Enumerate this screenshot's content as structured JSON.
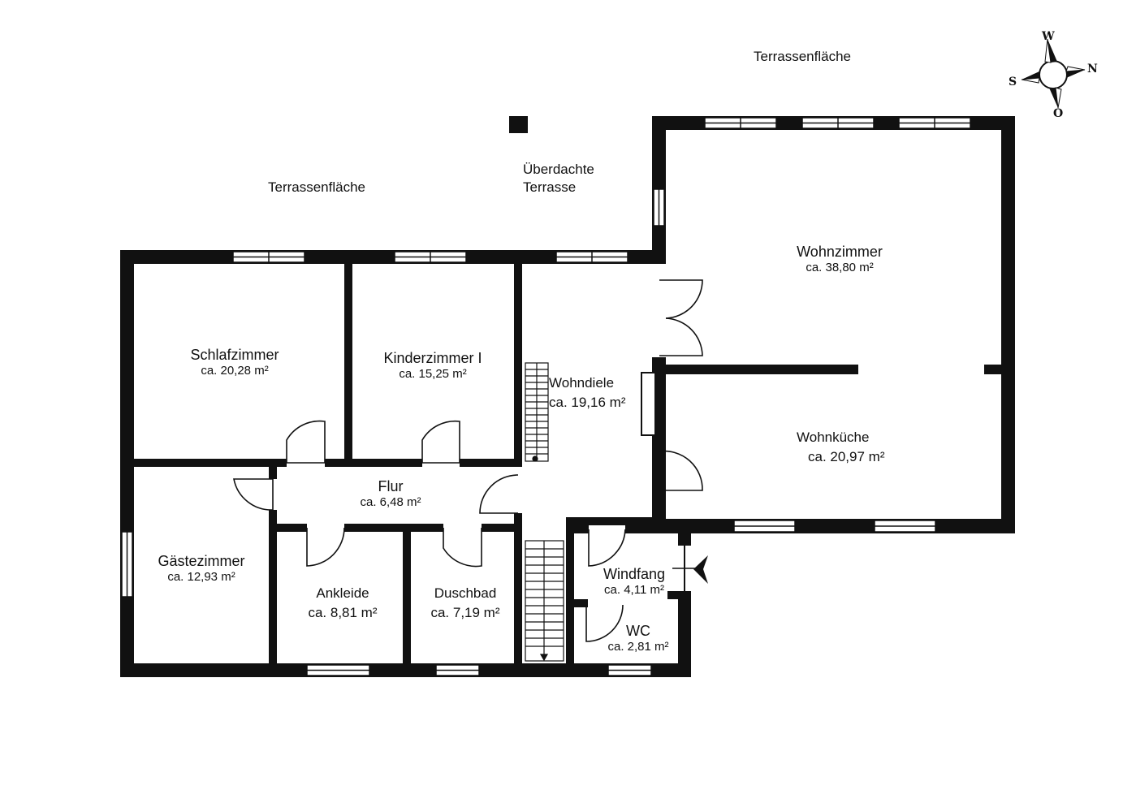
{
  "outside": {
    "terrace_top": "Terrassenfläche",
    "terrace_left": "Terrassenfläche",
    "covered_terrace_line1": "Überdachte",
    "covered_terrace_line2": "Terrasse"
  },
  "rooms": {
    "wohnzimmer": {
      "name": "Wohnzimmer",
      "area": "ca. 38,80 m²"
    },
    "schlafzimmer": {
      "name": "Schlafzimmer",
      "area": "ca. 20,28 m²"
    },
    "kinderzimmer": {
      "name": "Kinderzimmer I",
      "area": "ca. 15,25 m²"
    },
    "wohndiele": {
      "name": "Wohndiele",
      "area": "ca. 19,16 m²"
    },
    "wohnkueche": {
      "name": "Wohnküche",
      "area": "ca. 20,97 m²"
    },
    "flur": {
      "name": "Flur",
      "area": "ca. 6,48 m²"
    },
    "gaestezimmer": {
      "name": "Gästezimmer",
      "area": "ca. 12,93 m²"
    },
    "ankleide": {
      "name": "Ankleide",
      "area": "ca. 8,81 m²"
    },
    "duschbad": {
      "name": "Duschbad",
      "area": "ca. 7,19 m²"
    },
    "windfang": {
      "name": "Windfang",
      "area": "ca. 4,11 m²"
    },
    "wc": {
      "name": "WC",
      "area": "ca. 2,81 m²"
    }
  },
  "compass": {
    "north": "N",
    "south": "S",
    "west": "W",
    "east": "O"
  },
  "colors": {
    "wall": "#111111",
    "background": "#ffffff"
  }
}
